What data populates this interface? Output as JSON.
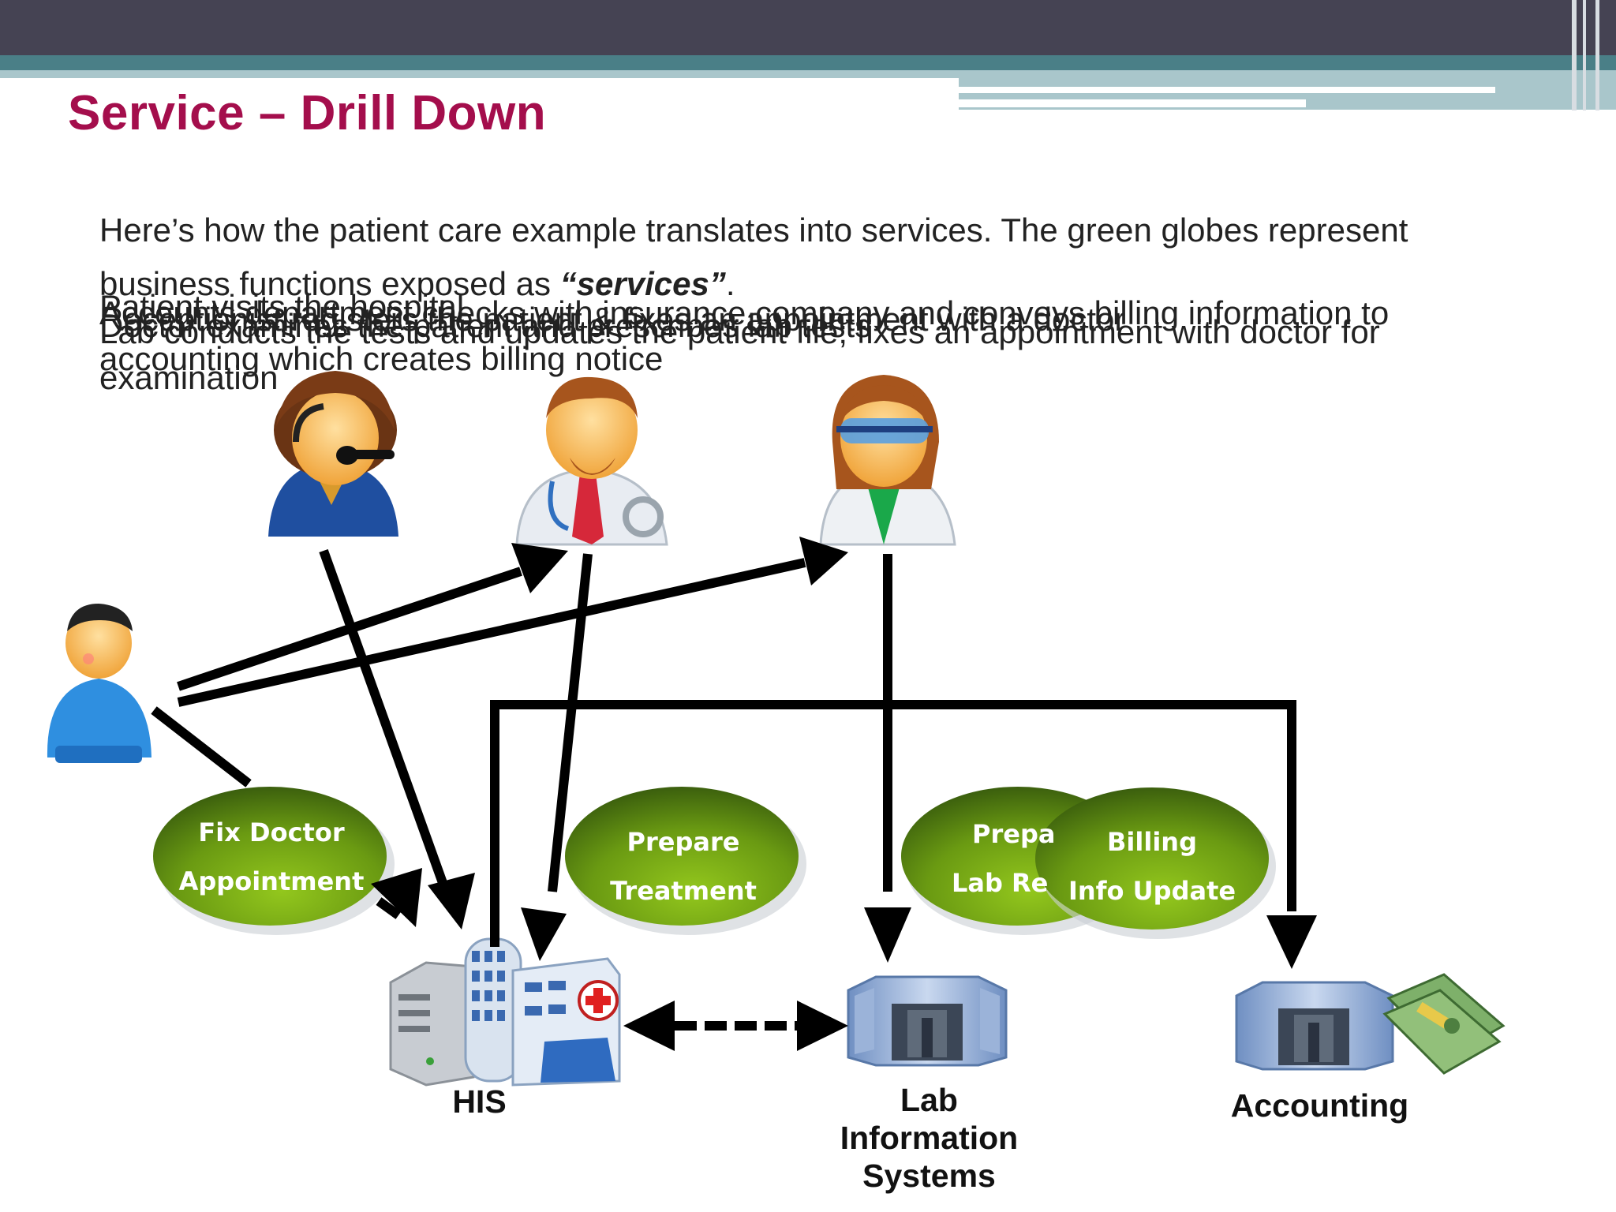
{
  "slide": {
    "title": "Service – Drill Down",
    "intro_main": "Here’s how the patient care example translates into services. The green globes represent business functions exposed as ",
    "intro_emph": "“services”",
    "intro_end": "."
  },
  "steps": [
    "Patient visits the hospital",
    "Receptionist registers the patient & fixes an appointment with a doctor",
    "Doctor examines the patient and prescribes lab tests",
    "Lab conducts the tests and updates the patient file; fixes an appointment with doctor for examination",
    "Accounts department checks with insurance company and conveys billing information to accounting which creates billing notice"
  ],
  "services": {
    "fix_doctor_line1": "Fix Doctor",
    "fix_doctor_line2": "Appointment",
    "prepare_treatment_line1": "Prepare",
    "prepare_treatment_line2": "Treatment",
    "prepare_lab_line1": "Prepa",
    "prepare_lab_line2": "Lab Re",
    "billing_line1": "Billing",
    "billing_line2": "Info Update"
  },
  "systems": {
    "his": "HIS",
    "lab_line1": "Lab",
    "lab_line2": "Information",
    "lab_line3": "Systems",
    "accounting": "Accounting"
  },
  "colors": {
    "title": "#a40e4c",
    "service_globe_dark": "#3f6a12",
    "service_globe_light": "#8bbf1c"
  }
}
